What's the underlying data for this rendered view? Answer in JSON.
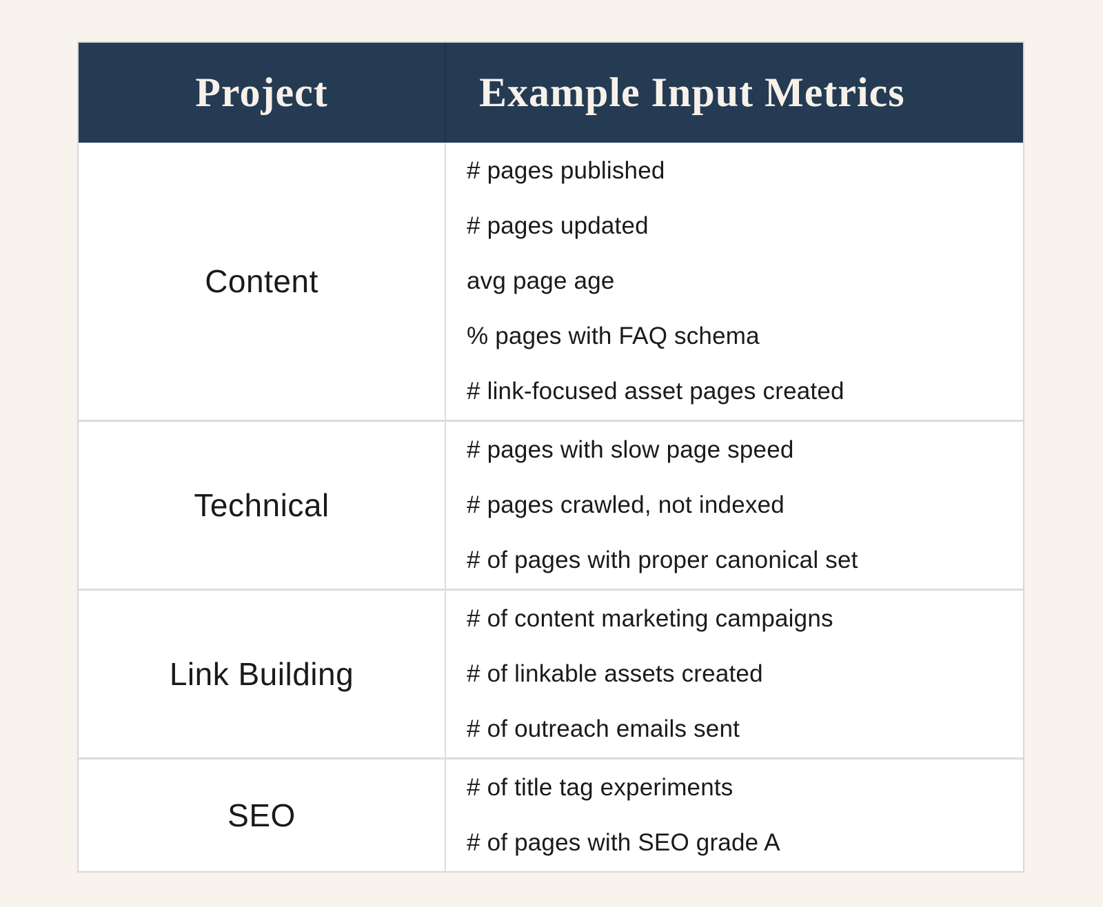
{
  "table": {
    "header": {
      "project": "Project",
      "metrics": "Example Input Metrics"
    },
    "rows": [
      {
        "project": "Content",
        "metrics": [
          "# pages published",
          "# pages updated",
          "avg page age",
          "% pages with FAQ schema",
          "# link-focused asset pages created"
        ]
      },
      {
        "project": "Technical",
        "metrics": [
          "# pages with slow page speed",
          "# pages crawled, not indexed",
          "# of pages with proper canonical set"
        ]
      },
      {
        "project": "Link Building",
        "metrics": [
          "# of content marketing campaigns",
          "# of linkable assets created",
          "# of outreach emails sent"
        ]
      },
      {
        "project": "SEO",
        "metrics": [
          "# of title tag experiments",
          "# of pages with SEO grade A"
        ]
      }
    ]
  },
  "colors": {
    "page_background": "#f8f3ed",
    "header_background": "#243b53",
    "header_text": "#f7f1ea",
    "cell_background": "#ffffff",
    "divider": "#d8dde1",
    "body_text": "#1a1a1a"
  }
}
